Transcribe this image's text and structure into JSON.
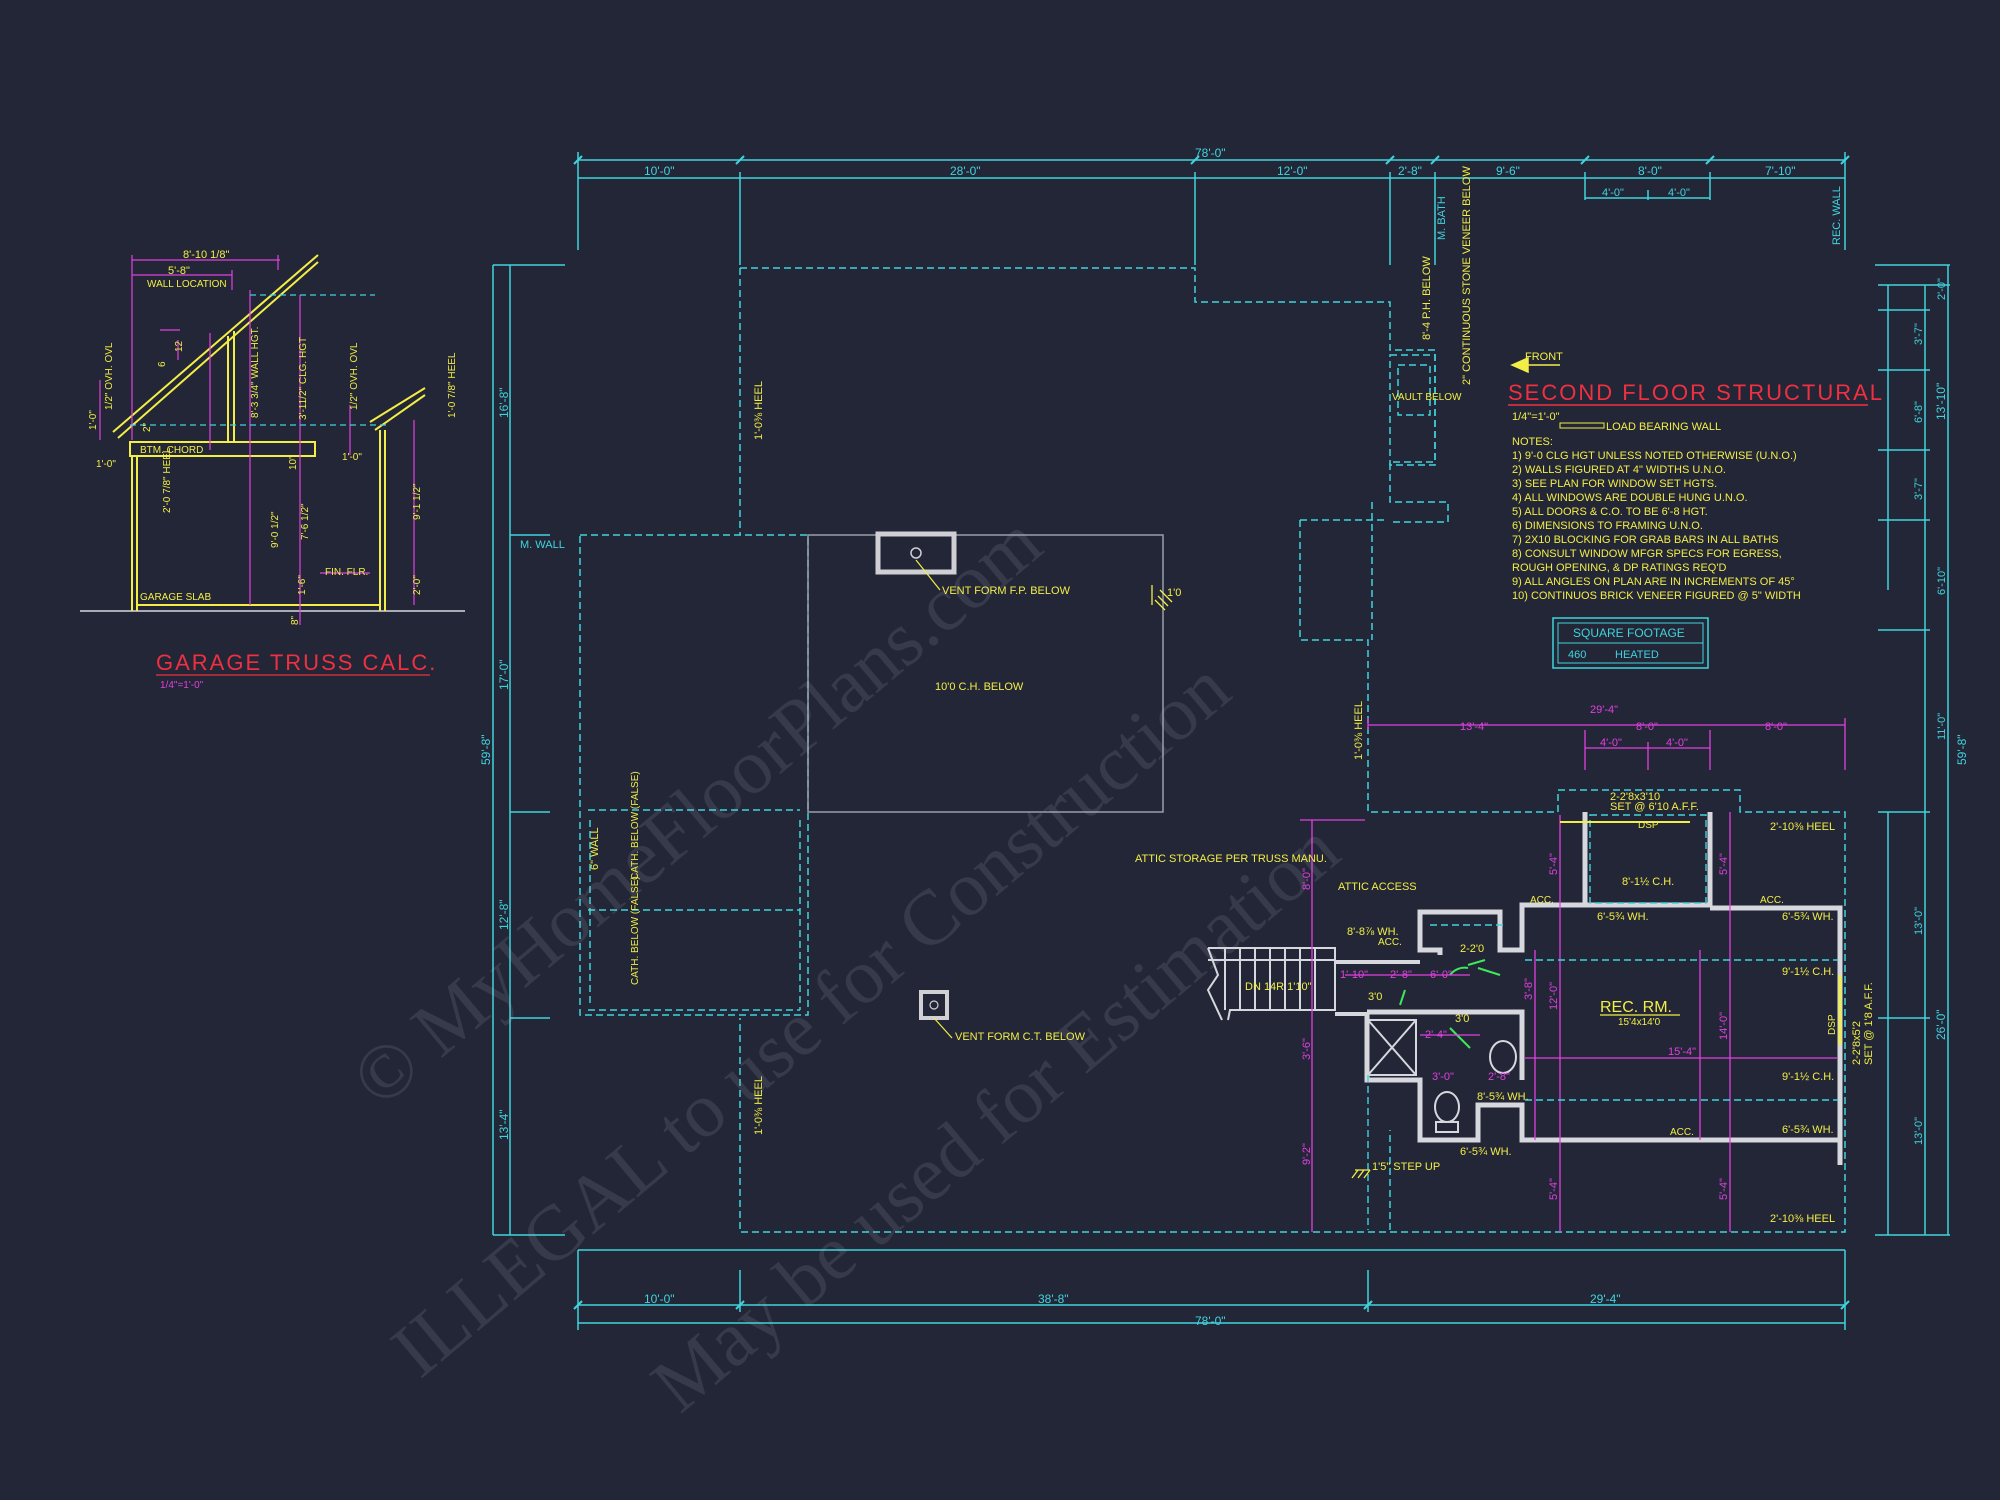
{
  "title": {
    "main": "SECOND FLOOR STRUCTURAL",
    "scale": "1/4\"=1'-0\"",
    "front": "FRONT",
    "legend_lbw": "LOAD BEARING WALL"
  },
  "notes": {
    "header": "NOTES:",
    "items": [
      "1)  9'-0 CLG HGT UNLESS NOTED OTHERWISE (U.N.O.)",
      "2)  WALLS FIGURED AT 4\" WIDTHS U.N.O.",
      "3)  SEE PLAN FOR WINDOW SET HGTS.",
      "4)  ALL WINDOWS ARE DOUBLE HUNG U.N.O.",
      "5)  ALL DOORS & C.O. TO BE 6'-8 HGT.",
      "6)  DIMENSIONS TO FRAMING U.N.O.",
      "7)  2X10 BLOCKING FOR GRAB BARS IN ALL BATHS",
      "8)  CONSULT WINDOW MFGR SPECS FOR EGRESS,",
      "      ROUGH OPENING, & DP RATINGS REQ'D",
      "9)  ALL ANGLES ON PLAN ARE IN INCREMENTS OF 45°",
      "10) CONTINUOS BRICK VENEER FIGURED @ 5\" WIDTH"
    ]
  },
  "square_footage": {
    "title": "SQUARE FOOTAGE",
    "value": "460",
    "label": "HEATED"
  },
  "truss_detail": {
    "title": "GARAGE TRUSS CALC.",
    "scale": "1/4\"=1'-0\"",
    "labels": {
      "top_dim": "8'-10 1/8\"",
      "wall_loc_dim": "5'-8\"",
      "wall_location": "WALL LOCATION",
      "pitch": "12",
      "pitch_small": "6",
      "ovhg_left": "1/2\" OVH. OVL",
      "ovhg_right": "1/2\" OVH. OVL",
      "btm_chord": "BTM. CHORD",
      "wall_hgt": "8'-3 3/4\" WALL HGT.",
      "clg_hgt": "3'-11/2\" CLG. HGT",
      "heel_left": "2'-0 7/8\" HEEL",
      "heel_right": "1'-0 7/8\" HEEL",
      "dim_a": "9'-0 1/2\"",
      "dim_b": "7'-6 1/2\"",
      "dim_c": "9'-1 1/2\"",
      "dim_d": "1'-6\"",
      "dim_e": "1'-0\"",
      "dim_f": "2'-0\"",
      "dim_g": "10\"",
      "dim_h": "8\"",
      "dim_i": "1'-0\"",
      "fin_flr": "FIN. FLR.",
      "garage_slab": "GARAGE SLAB",
      "left_small": "2\"",
      "left_small2": "1'-0\""
    }
  },
  "dimensions": {
    "top_overall": "78'-0\"",
    "top": [
      "10'-0\"",
      "28'-0\"",
      "12'-0\"",
      "2'-8\"",
      "9'-6\"",
      "8'-0\"",
      "7'-10\""
    ],
    "top_sub": [
      "4'-0\"",
      "4'-0\""
    ],
    "bottom_overall": "78'-0\"",
    "bottom": [
      "10'-0\"",
      "38'-8\"",
      "29'-4\""
    ],
    "left_overall": "59'-8\"",
    "left": [
      "16'-8\"",
      "17'-0\"",
      "12'-8\"",
      "13'-4\""
    ],
    "right_overall": "59'-8\"",
    "right_top_group": "13'-10\"",
    "right_top": [
      "2'-0\"",
      "3'-7\"",
      "6'-8\"",
      "3'-7\""
    ],
    "right_mid": [
      "6'-10\"",
      "11'-0\""
    ],
    "right_lower_group": "26'-0\"",
    "right_lower": [
      "13'-0\"",
      "13'-0\""
    ],
    "rec_top_overall": "29'-4\"",
    "rec_top": [
      "13'-4\"",
      "8'-0\"",
      "8'-0\""
    ],
    "rec_top_sub": [
      "4'-0\"",
      "4'-0\""
    ]
  },
  "annotations": {
    "m_bath": "M. BATH",
    "rec_wall": "REC. WALL",
    "m_wall": "M. WALL",
    "ph_below": "8'-4 P.H. BELOW",
    "stone_veneer": "2\" CONTINUOUS STONE VENEER BELOW",
    "vault_below": "VAULT BELOW",
    "heel_top": "1'-0⅜ HEEL",
    "heel_mid": "1'-0⅜ HEEL",
    "heel_bottom": "1'-0⅜ HEEL",
    "vent_fp": "VENT FORM F.P. BELOW",
    "ch_below": "10'0 C.H. BELOW",
    "dim_10": "1'0",
    "six_wall": "6\" WALL",
    "cath_below_1": "CATH. BELOW (FALSE)",
    "cath_below_2": "CATH. BELOW (FALSE)",
    "attic_storage": "ATTIC STORAGE PER TRUSS MANU.",
    "attic_access": "ATTIC ACCESS",
    "vent_ct": "VENT FORM C.T. BELOW",
    "step_up": "1'5\" STEP UP",
    "dn_stair": "DN 14R 1'10\"",
    "wh_881": "8'-8⅞ WH.",
    "acc": "ACC.",
    "rec_rm": "REC. RM.",
    "rec_rm_size": "15'4x14'0",
    "ch_812": "8'-1½ C.H.",
    "dsp_top": "DSP",
    "dsp_right": "DSP",
    "win_top": "2-2'8x3'10",
    "win_top_set": "SET @ 6'10 A.F.F.",
    "win_right": "2-2'8x5'2",
    "win_right_set": "SET @ 1'8 A.F.F.",
    "heel_2_top": "2'-10⅜ HEEL",
    "heel_2_bottom": "2'-10⅜ HEEL",
    "wh_652a": "6'-5¾ WH.",
    "wh_652b": "6'-5¾ WH.",
    "wh_652c": "6'-5¾ WH.",
    "wh_652d": "6'-5¾ WH.",
    "wh_852": "8'-5¾ WH.",
    "ch_912a": "9'-1½ C.H.",
    "ch_912b": "9'-1½ C.H.",
    "door_210": "2-2'0",
    "door_30a": "3'0",
    "door_30b": "3'0",
    "dim_154": "15'-4\"",
    "dim_110": "1'-10\"",
    "dim_28a": "2'-8\"",
    "dim_60": "6'-0\"",
    "dim_24": "2'-4\"",
    "dim_28b": "2'-8\"",
    "dim_30": "3'-0\"",
    "dim_54a": "5'-4\"",
    "dim_54b": "5'-4\"",
    "dim_54c": "5'-4\"",
    "dim_54d": "5'-4\"",
    "dim_80": "8'-0\"",
    "dim_92": "9'-2\"",
    "dim_38": "3'-8\"",
    "dim_120": "12'-0\"",
    "dim_140": "14'-0\"",
    "dim_36": "3'-6\""
  },
  "watermark": [
    "© MyHomeFloorPlans.com",
    "ILLEGAL to use for Construction",
    "May be used for Estimation"
  ]
}
